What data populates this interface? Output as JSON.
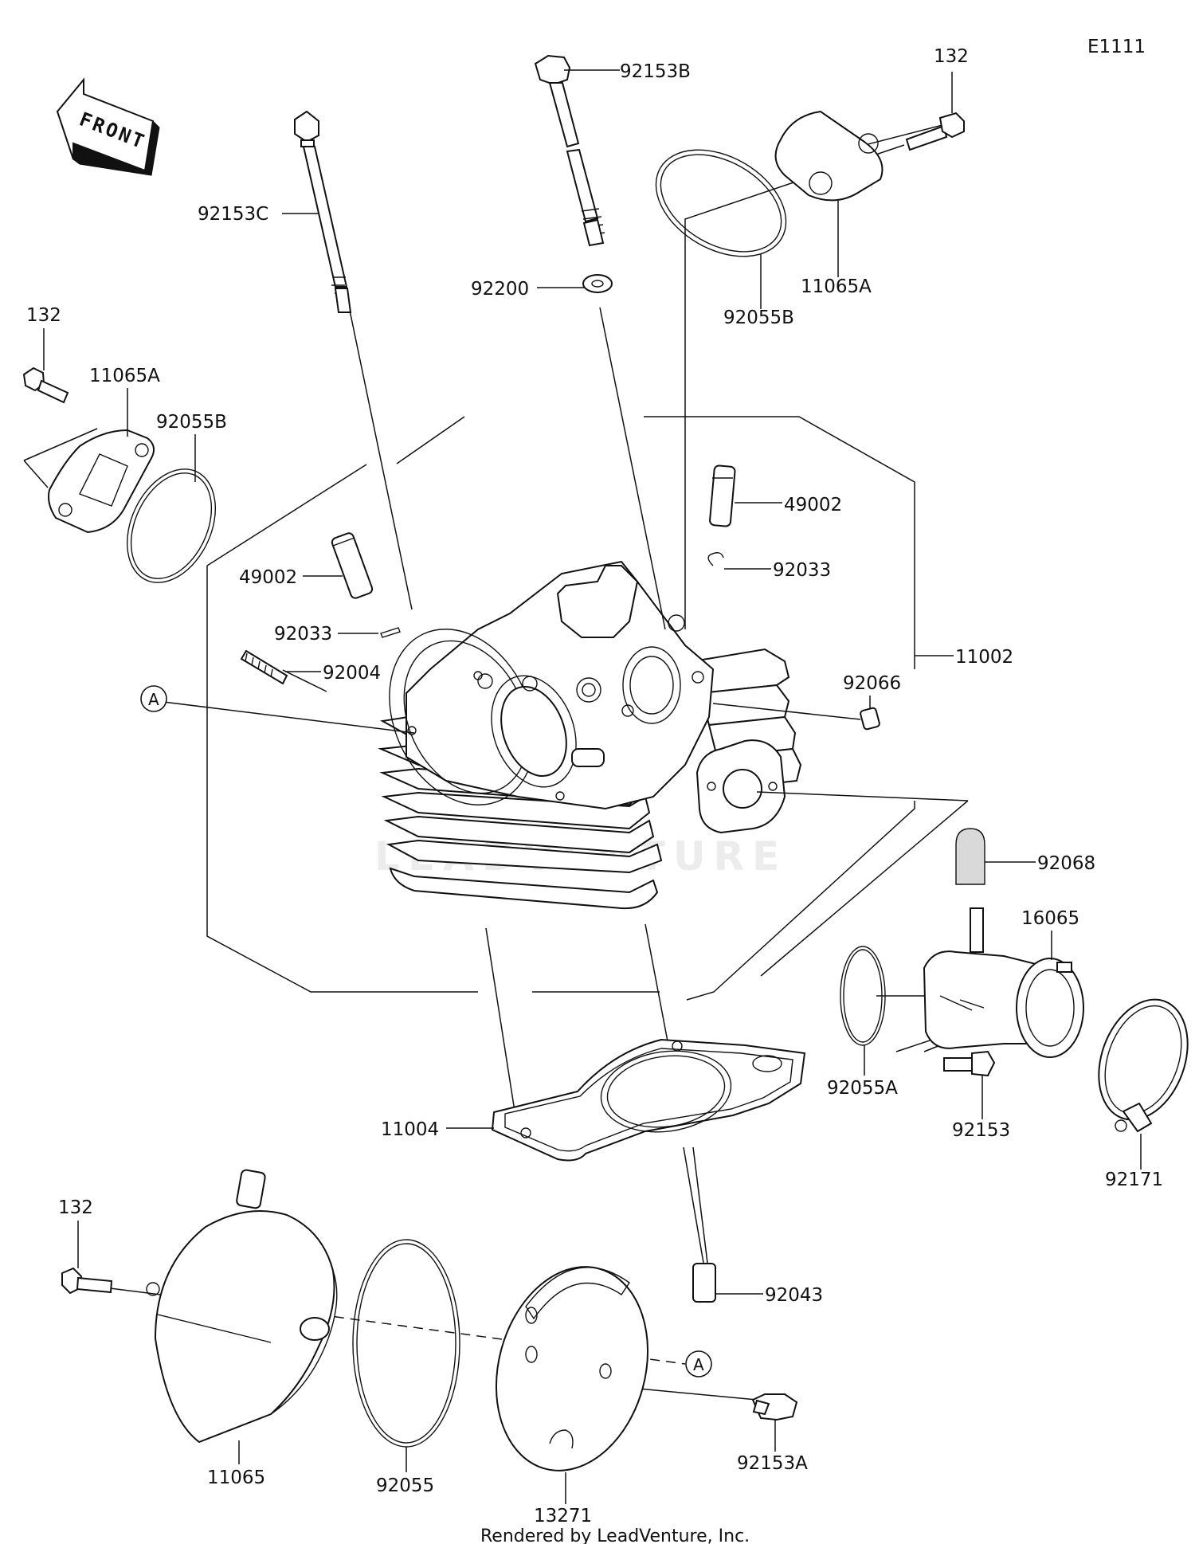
{
  "diagram_code": "E1111",
  "front_arrow_label": "FRONT",
  "watermark": "LEADVENTURE",
  "footer": "Rendered by LeadVenture, Inc.",
  "reference_marker": "A",
  "parts": [
    {
      "id": "p-92153B",
      "number": "92153B"
    },
    {
      "id": "p-132-top",
      "number": "132"
    },
    {
      "id": "p-92153C",
      "number": "92153C"
    },
    {
      "id": "p-92200",
      "number": "92200"
    },
    {
      "id": "p-92055B-top",
      "number": "92055B"
    },
    {
      "id": "p-11065A-top",
      "number": "11065A"
    },
    {
      "id": "p-132-left",
      "number": "132"
    },
    {
      "id": "p-11065A-left",
      "number": "11065A"
    },
    {
      "id": "p-92055B-left",
      "number": "92055B"
    },
    {
      "id": "p-49002-right",
      "number": "49002"
    },
    {
      "id": "p-92033-right",
      "number": "92033"
    },
    {
      "id": "p-49002-left",
      "number": "49002"
    },
    {
      "id": "p-92033-left",
      "number": "92033"
    },
    {
      "id": "p-92004",
      "number": "92004"
    },
    {
      "id": "p-11002",
      "number": "11002"
    },
    {
      "id": "p-92066",
      "number": "92066"
    },
    {
      "id": "p-92068",
      "number": "92068"
    },
    {
      "id": "p-16065",
      "number": "16065"
    },
    {
      "id": "p-92055A",
      "number": "92055A"
    },
    {
      "id": "p-92153",
      "number": "92153"
    },
    {
      "id": "p-11004",
      "number": "11004"
    },
    {
      "id": "p-92171",
      "number": "92171"
    },
    {
      "id": "p-132-bottom",
      "number": "132"
    },
    {
      "id": "p-92043",
      "number": "92043"
    },
    {
      "id": "p-92153A",
      "number": "92153A"
    },
    {
      "id": "p-11065",
      "number": "11065"
    },
    {
      "id": "p-92055",
      "number": "92055"
    },
    {
      "id": "p-13271",
      "number": "13271"
    }
  ]
}
